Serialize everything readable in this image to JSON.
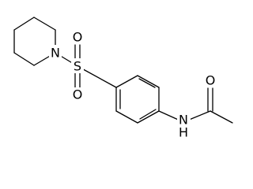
{
  "atoms": {
    "piperidine_n": "N",
    "sulfonyl_s": "S",
    "sulfonyl_o_top": "O",
    "sulfonyl_o_bottom": "O",
    "amide_nh": "N",
    "amide_h": "H",
    "carbonyl_o": "O"
  }
}
